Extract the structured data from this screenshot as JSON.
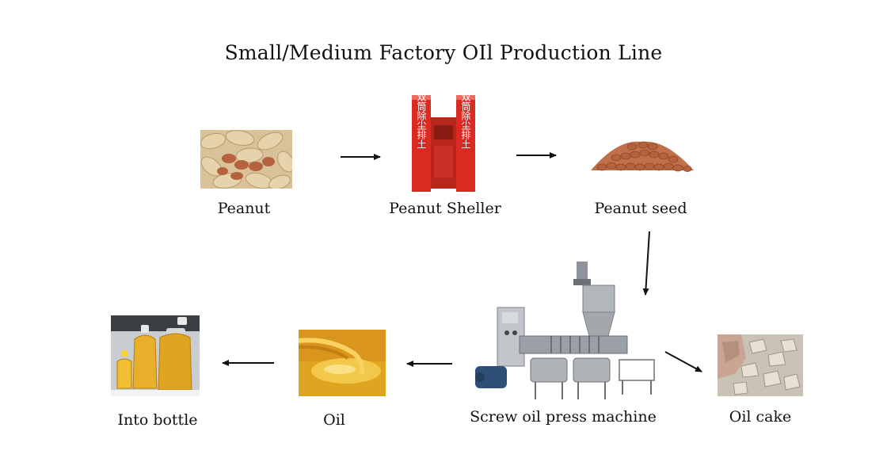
{
  "title": "Small/Medium Factory OIl Production Line",
  "steps": {
    "peanut": {
      "label": "Peanut",
      "icon": "peanut-pods-photo"
    },
    "sheller": {
      "label": "Peanut Sheller",
      "icon": "peanut-sheller-machine-photo",
      "machine_text_left": "双筒除尘排土",
      "machine_text_right": "双筒除尘排土"
    },
    "seed": {
      "label": "Peanut seed",
      "icon": "peanut-kernels-photo"
    },
    "press": {
      "label": "Screw oil press machine",
      "icon": "screw-oil-press-photo"
    },
    "cake": {
      "label": "Oil cake",
      "icon": "oil-cake-photo"
    },
    "oil": {
      "label": "Oil",
      "icon": "oil-pour-photo"
    },
    "bottle": {
      "label": "Into bottle",
      "icon": "oil-bottles-photo"
    }
  },
  "colors": {
    "arrow": "#111111",
    "sheller_red": "#d92b22",
    "peanut_skin": "#b5623f",
    "oil_gold": "#e0a520",
    "machine_grey": "#9aa0a6",
    "motor_blue": "#2f4f78"
  }
}
